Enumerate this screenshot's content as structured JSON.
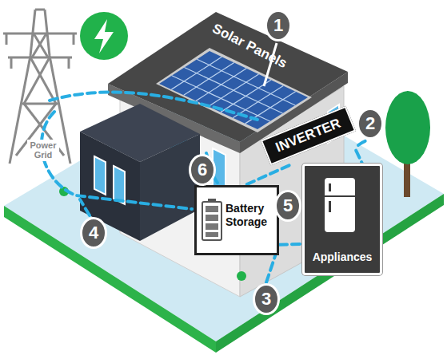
{
  "diagram": {
    "nodes": [
      {
        "text": [
          "INVERTER"
        ]
      },
      {
        "text": [
          "Battery Storage"
        ]
      },
      {
        "text": [
          "Appliances"
        ]
      }
    ],
    "edges": [
      {
        "from": 0,
        "to": 1,
        "arrow": "none"
      },
      {
        "from": 1,
        "to": 2,
        "arrow": "none"
      },
      {
        "from": 0,
        "to": 2,
        "arrow": "none"
      }
    ],
    "labels": [
      "Solar Panels",
      "1",
      "Power Grid",
      "2",
      "6",
      "5",
      "4",
      "3"
    ]
  }
}
